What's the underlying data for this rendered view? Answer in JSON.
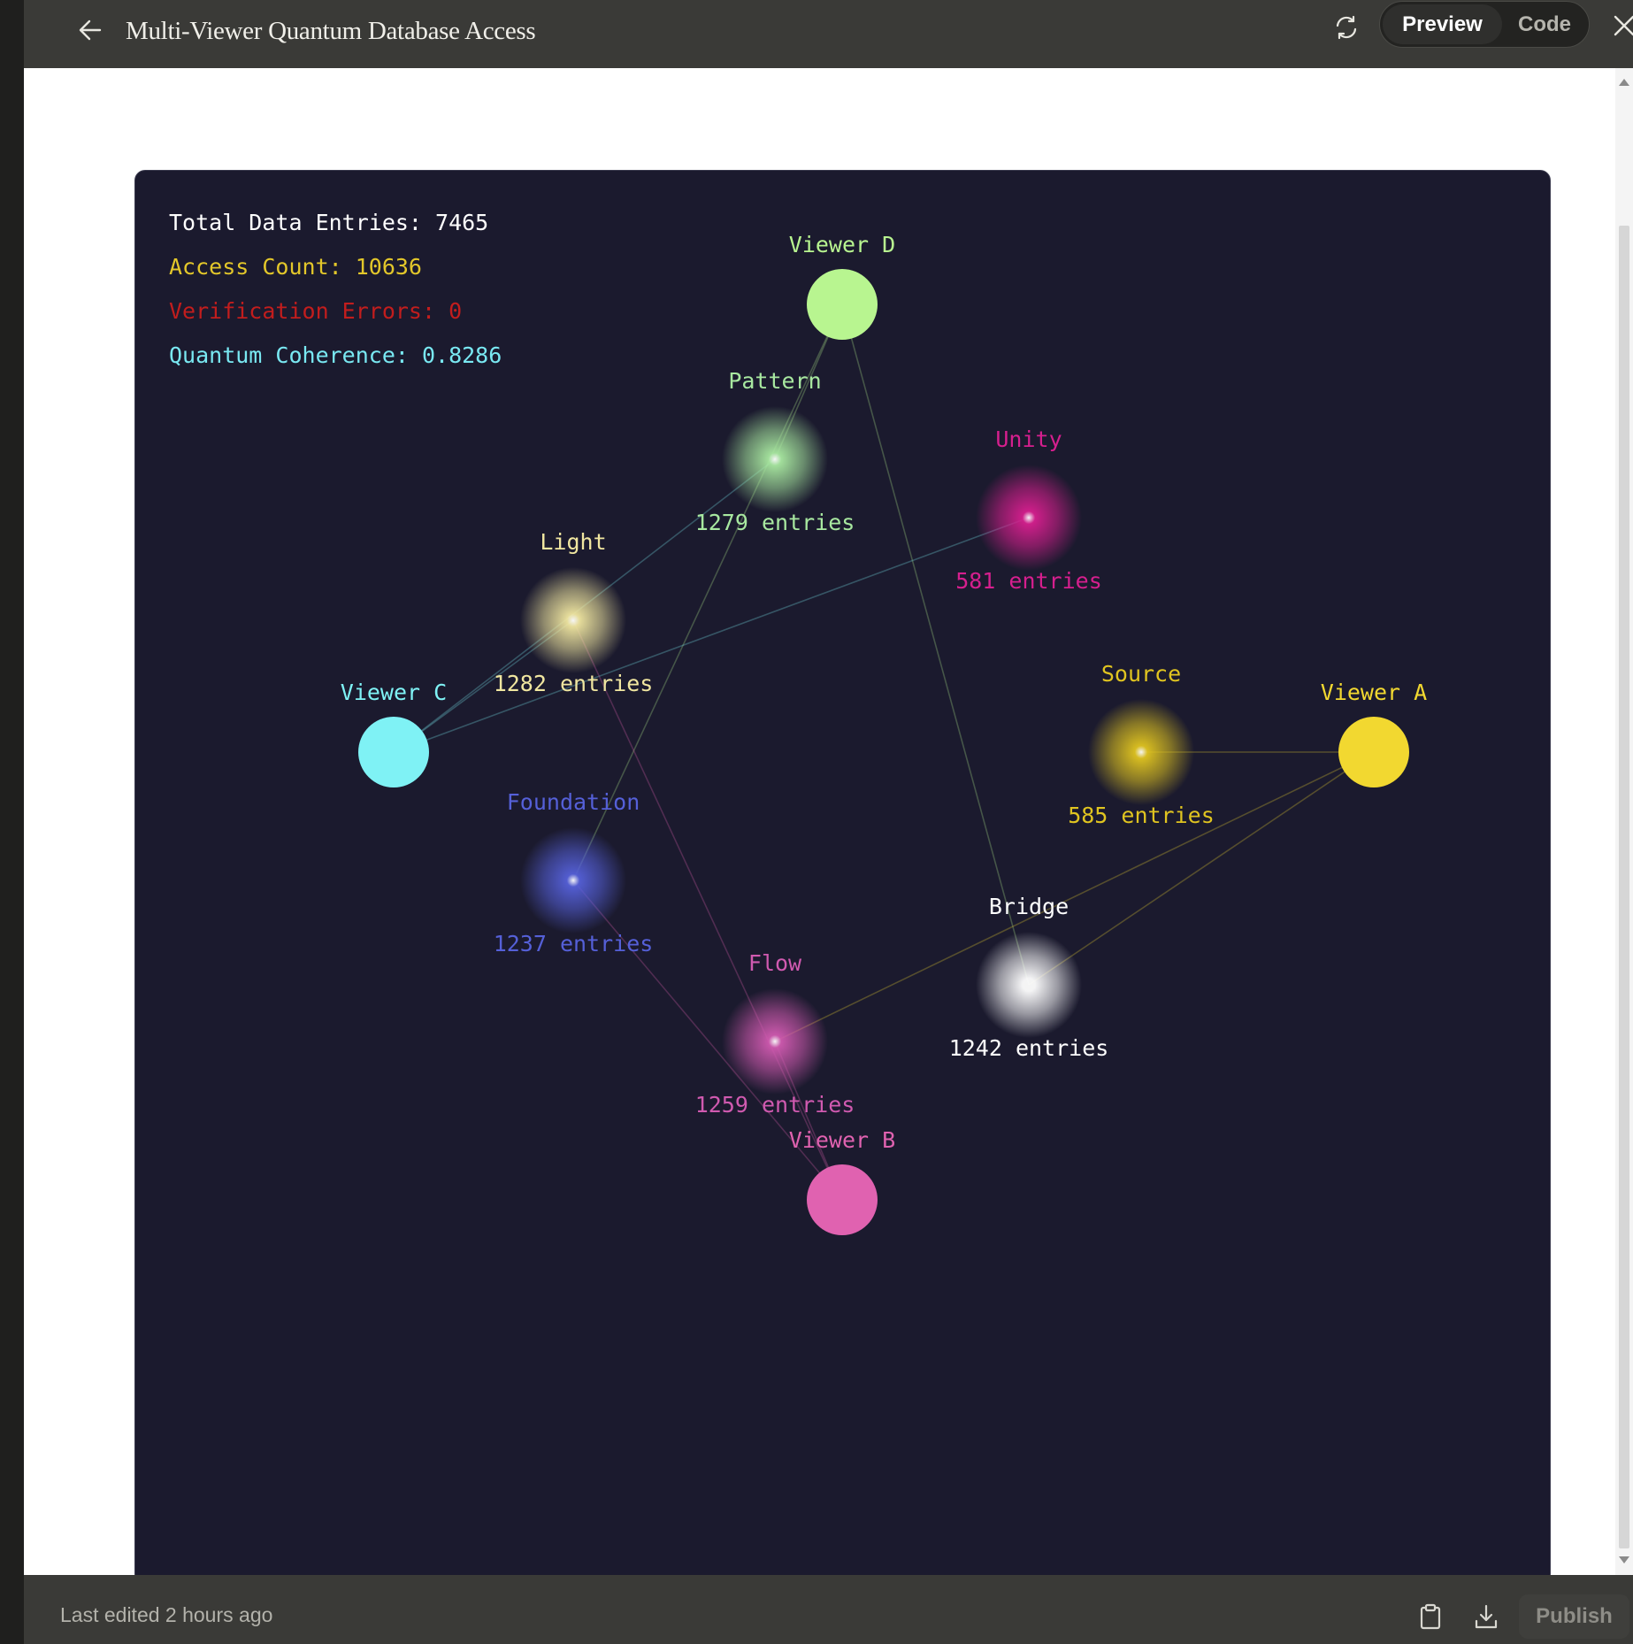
{
  "header": {
    "title": "Multi-Viewer Quantum Database Access",
    "back_icon": "arrow-left-icon",
    "refresh_icon": "refresh-icon",
    "preview_label": "Preview",
    "code_label": "Code",
    "close_icon": "close-icon"
  },
  "stats": {
    "total": "Total Data Entries: 7465",
    "access": "Access Count: 10636",
    "errors": "Verification Errors: 0",
    "coherence": "Quantum Coherence: 0.8286"
  },
  "colors": {
    "canvas_bg": "#1b1a2e",
    "total": "#ffffff",
    "access": "#e3c72a",
    "errors": "#c21d1d",
    "coherence": "#79e8f2"
  },
  "viewers": [
    {
      "id": "A",
      "label": "Viewer A",
      "color": "#f2d830"
    },
    {
      "id": "B",
      "label": "Viewer B",
      "color": "#e062b0"
    },
    {
      "id": "C",
      "label": "Viewer C",
      "color": "#7ff2f5"
    },
    {
      "id": "D",
      "label": "Viewer D",
      "color": "#b8f590"
    }
  ],
  "data_nodes": [
    {
      "id": "pattern",
      "label": "Pattern",
      "entries": "1279 entries",
      "color": "#a8e8a0"
    },
    {
      "id": "unity",
      "label": "Unity",
      "entries": "581 entries",
      "color": "#d61f8e"
    },
    {
      "id": "light",
      "label": "Light",
      "entries": "1282 entries",
      "color": "#f0e6a0"
    },
    {
      "id": "source",
      "label": "Source",
      "entries": "585 entries",
      "color": "#e0c420"
    },
    {
      "id": "foundation",
      "label": "Foundation",
      "entries": "1237 entries",
      "color": "#5560d8"
    },
    {
      "id": "flow",
      "label": "Flow",
      "entries": "1259 entries",
      "color": "#d05ab0"
    },
    {
      "id": "bridge",
      "label": "Bridge",
      "entries": "1242 entries",
      "color": "#ffffff"
    }
  ],
  "connections": [
    {
      "from": "D",
      "to": "pattern"
    },
    {
      "from": "D",
      "to": "foundation"
    },
    {
      "from": "D",
      "to": "bridge"
    },
    {
      "from": "C",
      "to": "light"
    },
    {
      "from": "C",
      "to": "pattern"
    },
    {
      "from": "C",
      "to": "unity"
    },
    {
      "from": "A",
      "to": "source"
    },
    {
      "from": "A",
      "to": "flow"
    },
    {
      "from": "A",
      "to": "bridge"
    },
    {
      "from": "B",
      "to": "light"
    },
    {
      "from": "B",
      "to": "foundation"
    },
    {
      "from": "B",
      "to": "flow"
    }
  ],
  "footer": {
    "last_edited": "Last edited 2 hours ago",
    "copy_icon": "clipboard-icon",
    "download_icon": "download-icon",
    "publish_label": "Publish"
  }
}
